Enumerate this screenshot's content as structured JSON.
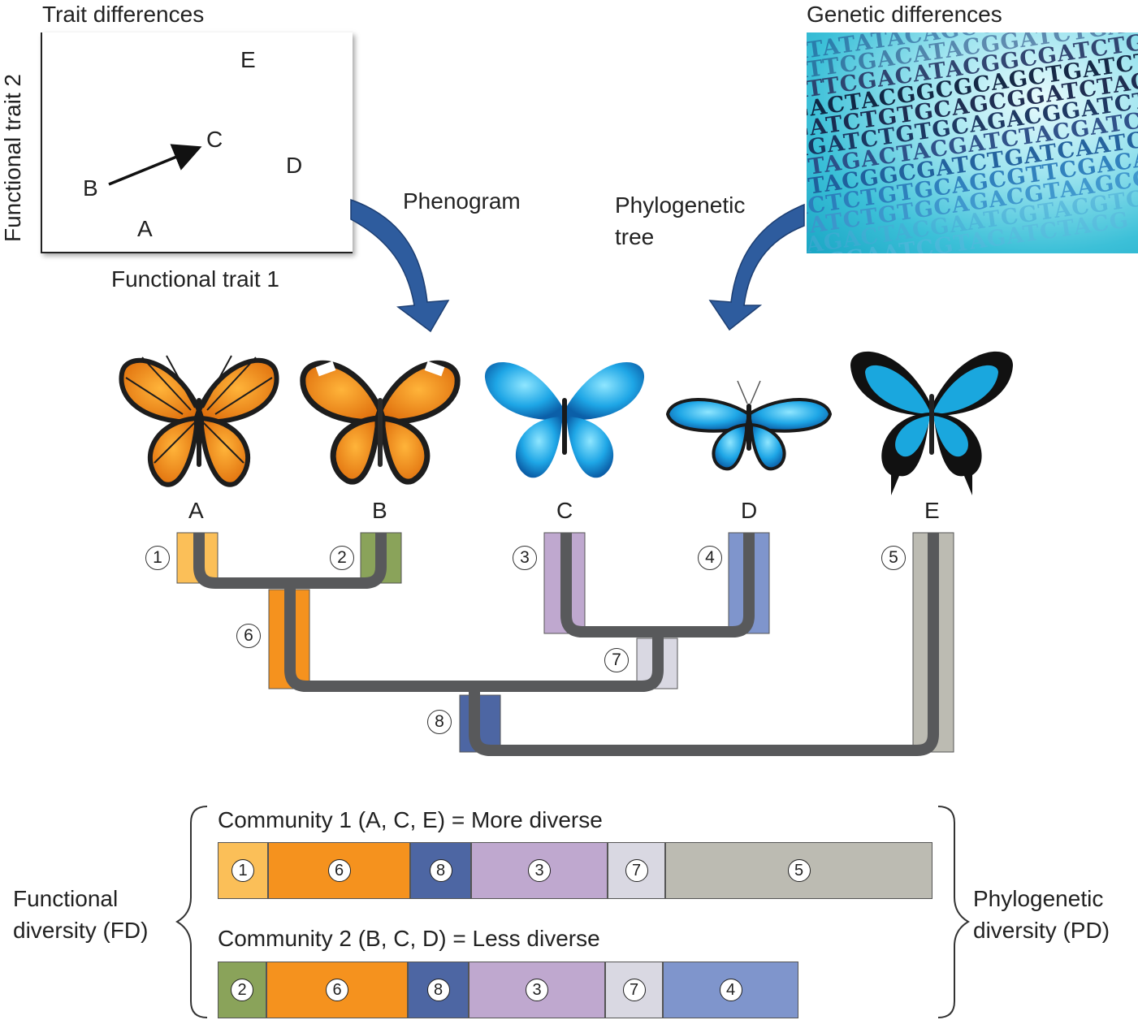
{
  "trait_panel": {
    "title": "Trait differences",
    "x_label": "Functional trait 1",
    "y_label": "Functional trait 2",
    "points": [
      {
        "label": "A"
      },
      {
        "label": "B"
      },
      {
        "label": "C"
      },
      {
        "label": "D"
      },
      {
        "label": "E"
      }
    ]
  },
  "genetic_panel": {
    "title": "Genetic differences",
    "sequences": [
      "ATATATACAGCGATCGTACG",
      "ATTCGACATACGGATCTGATCAATC",
      "ATTCGACATACGGCGATCTGATCAATC",
      "GACTACGGCGCAGCTGATCTACG",
      "GATCTGTGCAGCGGATCTACGATCTA",
      "AGATCTGTGCAGACGGATCTAGC",
      "CTAGACTACGATCTACGATCAAT",
      "CTACGGCGATCTGATCAATCGACAT",
      "ACTCTGTGCAGCGTTCGACATC",
      "GATCTGTGCAGACGTAAGCCGT",
      "TAGACTACGAATCGTACGTCTGT",
      "CGCGAATCGTAGATCTACG"
    ]
  },
  "arrows": {
    "left_label": "Phenogram",
    "right_label": "Phylogenetic tree"
  },
  "species": [
    "A",
    "B",
    "C",
    "D",
    "E"
  ],
  "tree_branches": [
    "1",
    "2",
    "3",
    "4",
    "5",
    "6",
    "7",
    "8"
  ],
  "colors": {
    "b1": "#fbbf58",
    "b2": "#8aa35a",
    "b3": "#bfa8cf",
    "b4": "#7f95cc",
    "b5": "#bcbbb2",
    "b6": "#f5921e",
    "b7": "#d9d8e2",
    "b8": "#4d66a3",
    "tree_line": "#58595b",
    "arrow": "#2e5c9e"
  },
  "communities": [
    {
      "title": "Community 1 (A, C, E) = More diverse",
      "segments": [
        {
          "num": "1",
          "color": "#fbbf58"
        },
        {
          "num": "6",
          "color": "#f5921e"
        },
        {
          "num": "8",
          "color": "#4d66a3"
        },
        {
          "num": "3",
          "color": "#bfa8cf"
        },
        {
          "num": "7",
          "color": "#d9d8e2"
        },
        {
          "num": "5",
          "color": "#bcbbb2"
        }
      ]
    },
    {
      "title": "Community 2 (B, C, D) = Less diverse",
      "segments": [
        {
          "num": "2",
          "color": "#8aa35a"
        },
        {
          "num": "6",
          "color": "#f5921e"
        },
        {
          "num": "8",
          "color": "#4d66a3"
        },
        {
          "num": "3",
          "color": "#bfa8cf"
        },
        {
          "num": "7",
          "color": "#d9d8e2"
        },
        {
          "num": "4",
          "color": "#7f95cc"
        }
      ]
    }
  ],
  "side_labels": {
    "left": [
      "Functional",
      "diversity (FD)"
    ],
    "right": [
      "Phylogenetic",
      "diversity (PD)"
    ]
  }
}
